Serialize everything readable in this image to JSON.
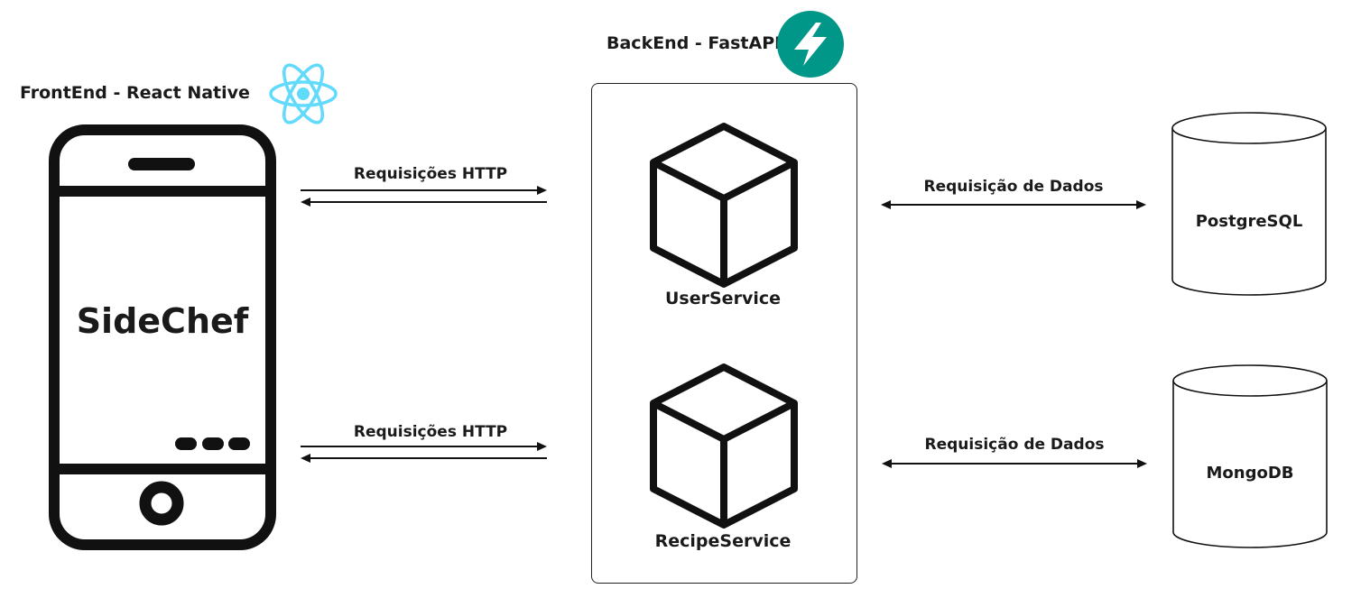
{
  "frontend": {
    "title": "FrontEnd - React Native",
    "app_name": "SideChef",
    "icon": "react-icon",
    "accent": "#61dafb"
  },
  "backend": {
    "title": "BackEnd - FastAPI",
    "icon": "fastapi-icon",
    "accent": "#009688",
    "services": [
      {
        "name": "UserService",
        "icon": "cube-icon"
      },
      {
        "name": "RecipeService",
        "icon": "cube-icon"
      }
    ]
  },
  "edges": {
    "http_top": "Requisições HTTP",
    "http_bottom": "Requisições HTTP",
    "data_top": "Requisição de Dados",
    "data_bottom": "Requisição de Dados"
  },
  "databases": [
    {
      "name": "PostgreSQL",
      "icon": "database-cylinder-icon"
    },
    {
      "name": "MongoDB",
      "icon": "database-cylinder-icon"
    }
  ]
}
